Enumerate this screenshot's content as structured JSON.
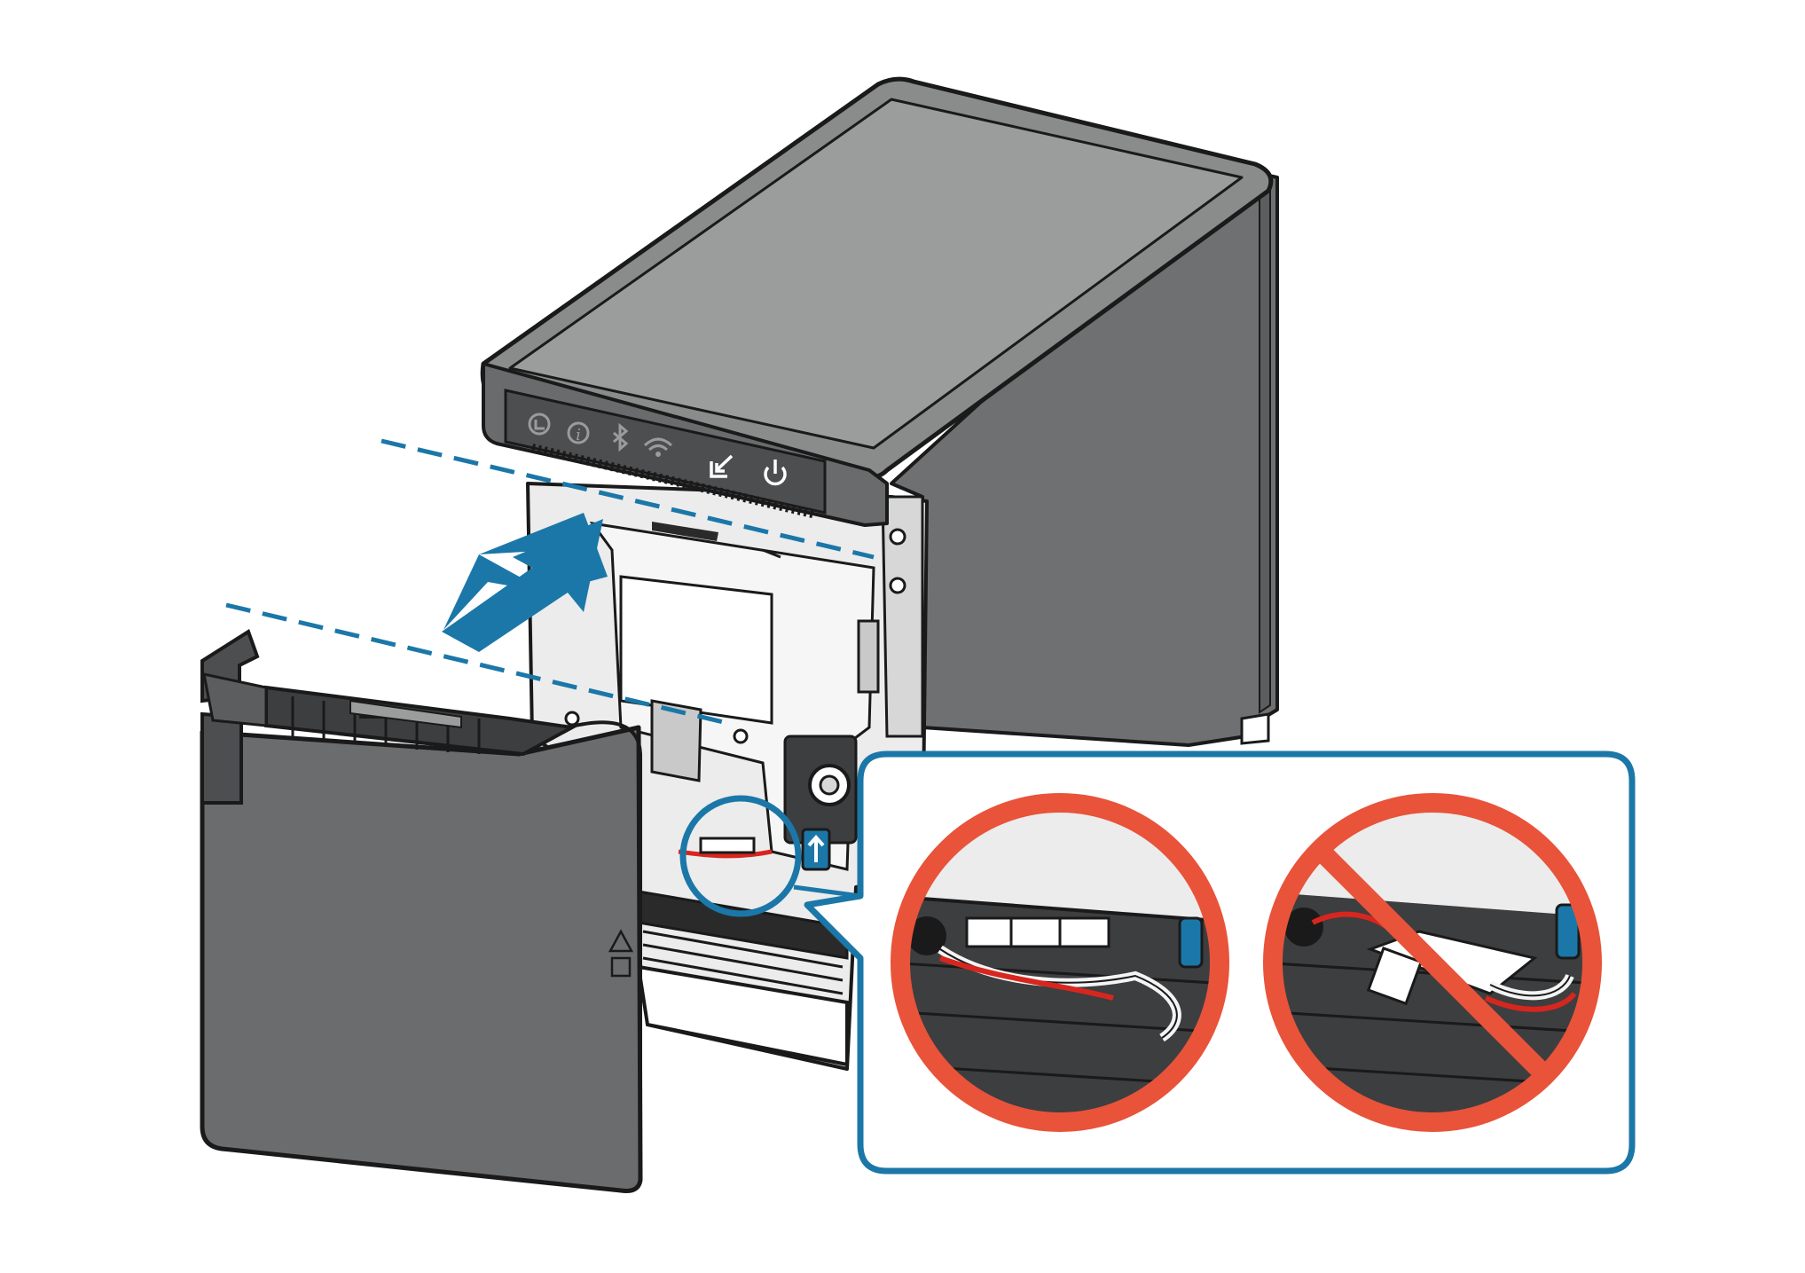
{
  "colors": {
    "outline": "#1a1a1a",
    "printer_top": "#8a8c8c",
    "printer_top_light": "#9b9d9d",
    "printer_side": "#6f7071",
    "printer_dark": "#4d4e50",
    "panel_strip": "#6a6b6d",
    "interior": "#ececec",
    "interior_dark": "#c9c9c9",
    "cover": "#6b6c6e",
    "cover_dark": "#3d3e40",
    "accent_blue": "#1b77a8",
    "guide_blue": "#1b77a8",
    "prohibit_red": "#e8533a",
    "cable_red": "#d7261e",
    "cable_white": "#f4f4f4",
    "panel_icon": "#ffffff",
    "panel_icon_dim": "#9a9b9d"
  },
  "panel_icons": [
    {
      "name": "power-indicator-icon",
      "active": false
    },
    {
      "name": "info-icon",
      "active": false
    },
    {
      "name": "bluetooth-icon",
      "active": false
    },
    {
      "name": "wifi-icon",
      "active": false
    },
    {
      "name": "feed-icon",
      "active": true
    },
    {
      "name": "power-button-icon",
      "active": true
    }
  ],
  "callouts": [
    {
      "name": "correct-cable-routing",
      "status": "allowed"
    },
    {
      "name": "incorrect-cable-routing",
      "status": "prohibited"
    }
  ],
  "arrow_direction": "insert-cover-up-and-in"
}
